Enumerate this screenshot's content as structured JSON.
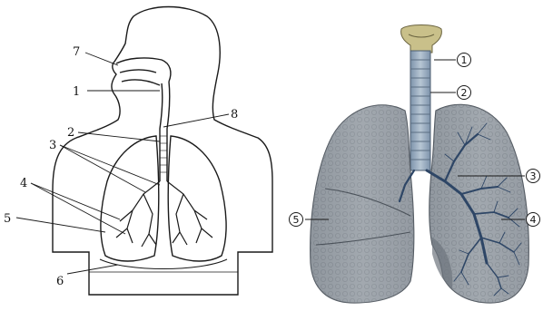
{
  "left_labels": [
    "7",
    "1",
    "8",
    "2",
    "3",
    "4",
    "5",
    "6"
  ],
  "right_labels": [
    "1",
    "2",
    "3",
    "5",
    "4"
  ],
  "colors": {
    "outline": "#1a1a1a",
    "lung_fill": "#9ea4ab",
    "lung_dark": "#6e757e",
    "trachea": "#8fa4b8",
    "larynx": "#c9c08a",
    "bronchi": "#2e4666"
  }
}
